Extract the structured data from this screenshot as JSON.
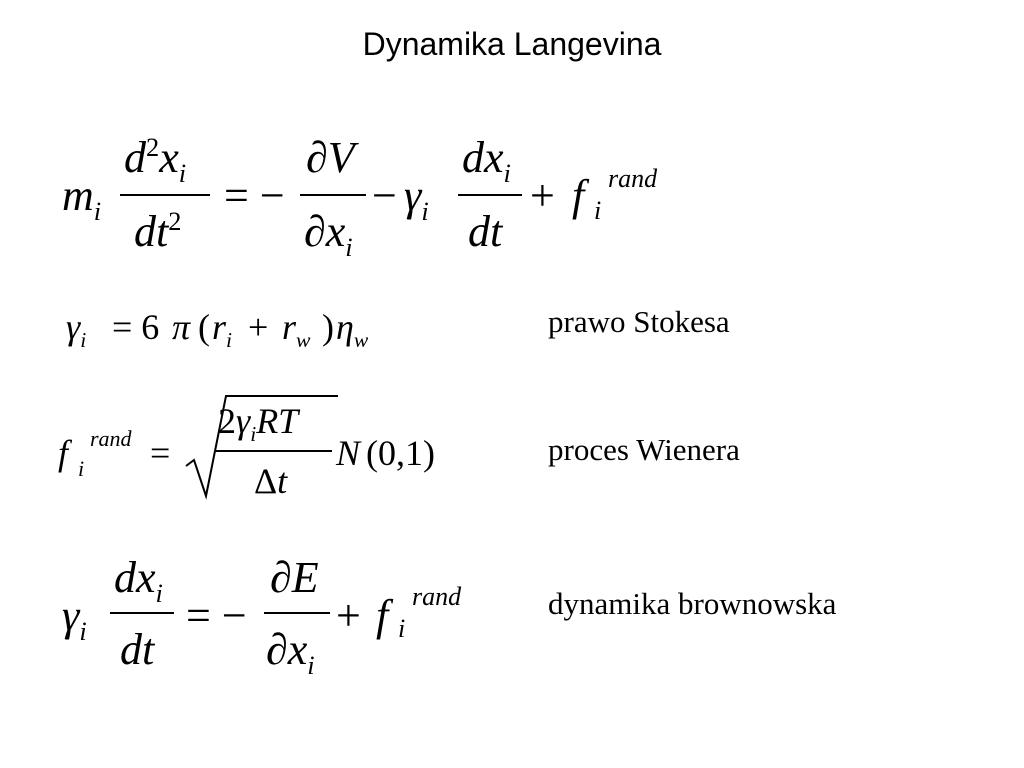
{
  "title": "Dynamika Langevina",
  "equations": [
    {
      "id": "langevin",
      "text": "m_i d²x_i/dt² = −∂V/∂x_i − γ_i dx_i/dt + f_i^rand"
    },
    {
      "id": "stokes",
      "text": "γ_i = 6π(r_i + r_w)η_w",
      "label": "prawo Stokesa"
    },
    {
      "id": "wiener",
      "text": "f_i^rand = √(2γ_i RT/Δt) N(0,1)",
      "label": "proces Wienera"
    },
    {
      "id": "brownian",
      "text": "γ_i dx_i/dt = −∂E/∂x_i + f_i^rand",
      "label": "dynamika brownowska"
    }
  ]
}
